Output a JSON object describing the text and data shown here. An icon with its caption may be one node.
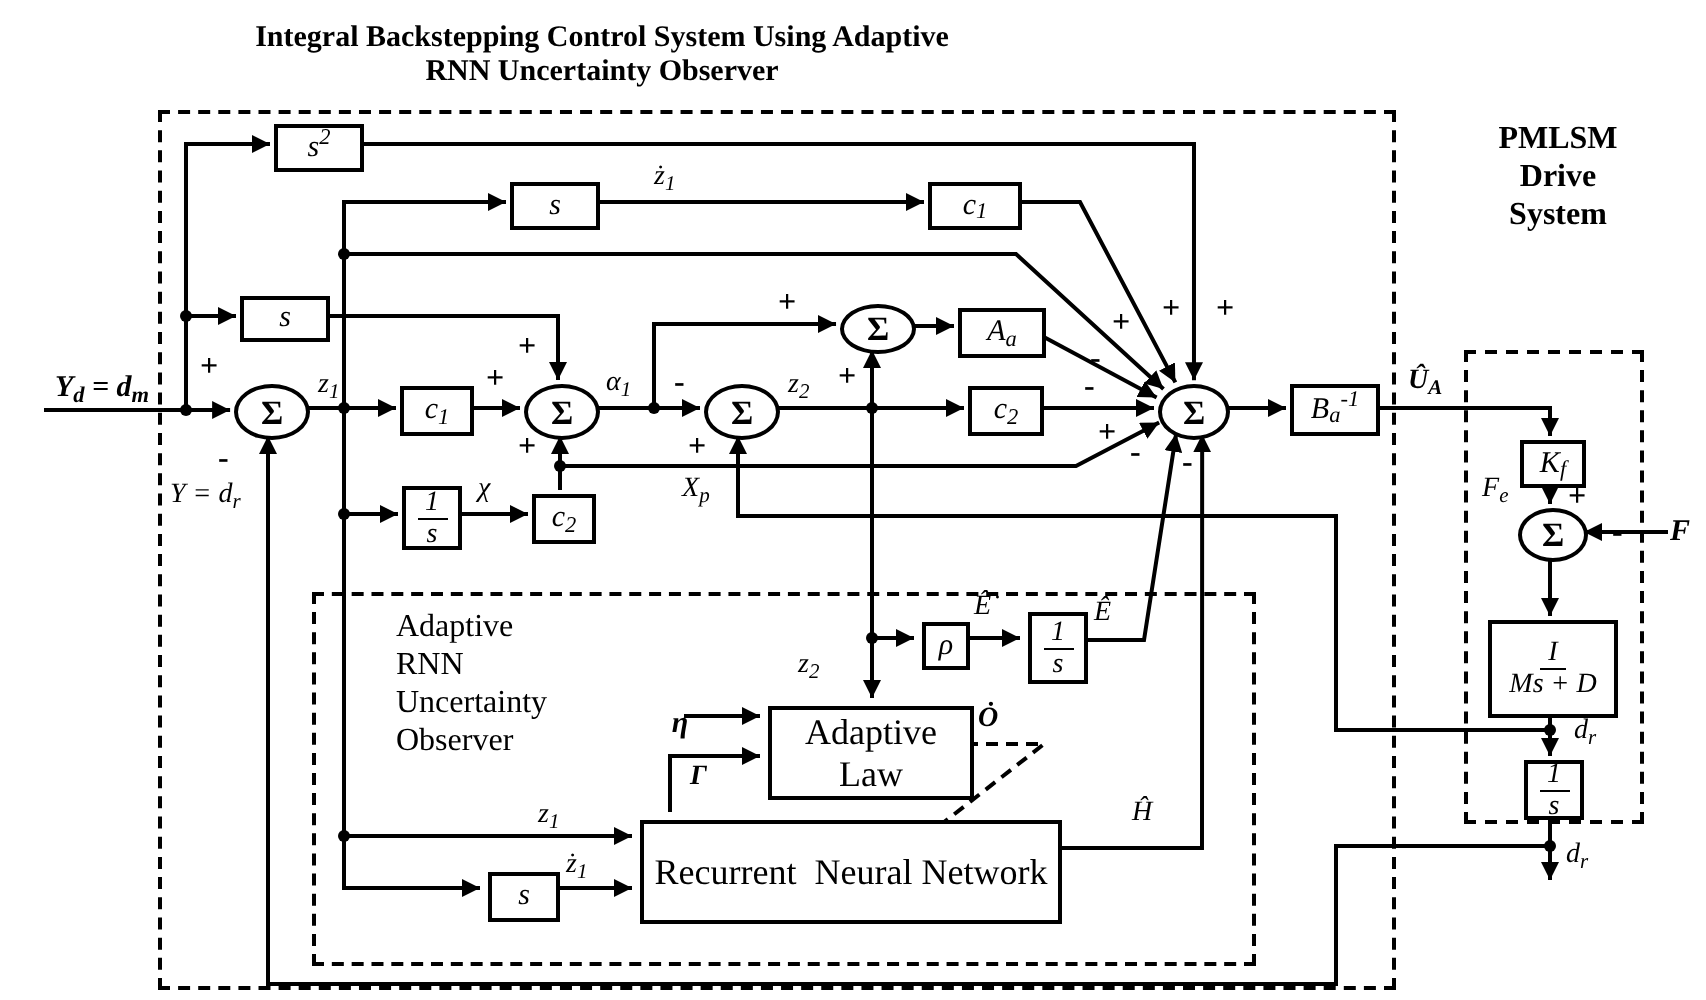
{
  "diagram": {
    "nodes": [
      {
        "text": [
          "Integral Backstepping Control System Using Adaptive RNN Uncertainty Observer"
        ]
      },
      {
        "text": [
          "s$^{2}$"
        ],
        "in": 0
      },
      {
        "text": [
          "s"
        ],
        "in": 0
      },
      {
        "text": [
          "c$_{1}$"
        ],
        "in": 0
      },
      {
        "text": [
          "s"
        ],
        "in": 0
      },
      {
        "text": [
          "Σ"
        ],
        "in": 0
      },
      {
        "text": [
          "c$_{1}$"
        ],
        "in": 0
      },
      {
        "text": [
          "Σ"
        ],
        "in": 0
      },
      {
        "text": [
          "Σ"
        ],
        "in": 0
      },
      {
        "text": [
          "A$_{a}$"
        ],
        "in": 0
      },
      {
        "text": [
          "Σ"
        ],
        "in": 0
      },
      {
        "text": [
          "c$_{2}$"
        ],
        "in": 0
      },
      {
        "text": [
          "Σ"
        ],
        "in": 0
      },
      {
        "text": [
          "B$_{a}$$^{-1}$"
        ],
        "in": 0
      },
      {
        "text": [
          "1",
          "s"
        ],
        "in": 0
      },
      {
        "text": [
          "c$_{2}$"
        ],
        "in": 0
      },
      {
        "text": [
          "Adaptive RNN Uncertainty Observer"
        ],
        "in": 0
      },
      {
        "text": [
          "ρ"
        ],
        "in": 16
      },
      {
        "text": [
          "1",
          "s"
        ],
        "in": 16
      },
      {
        "text": [
          "Adaptive Law"
        ],
        "in": 16
      },
      {
        "text": [
          "Recurrent  Neural Network"
        ],
        "in": 16
      },
      {
        "text": [
          "s"
        ],
        "in": 16
      },
      {
        "text": [
          "PMLSM Drive System"
        ]
      },
      {
        "text": [
          "K$_{f}$"
        ],
        "in": 22
      },
      {
        "text": [
          "Σ"
        ],
        "in": 22
      },
      {
        "text": [
          "I",
          "Ms + D"
        ],
        "in": 22
      },
      {
        "text": [
          "1",
          "s"
        ],
        "in": 22
      },
      {
        "text": [
          "Y$_{d}$ = d$_{m}$"
        ]
      },
      {
        "text": [
          "η"
        ],
        "in": 16
      },
      {
        "text": [
          "F"
        ]
      }
    ],
    "edges": [
      {
        "from": 27,
        "to": 5,
        "arrow": "to"
      },
      {
        "from": 27,
        "to": 1,
        "arrow": "to"
      },
      {
        "from": 27,
        "to": 4,
        "arrow": "to"
      },
      {
        "from": 5,
        "to": 6,
        "arrow": "to",
        "label": "z$_{1}$"
      },
      {
        "from": 5,
        "to": 14,
        "arrow": "to"
      },
      {
        "from": 5,
        "to": 2,
        "arrow": "to"
      },
      {
        "from": 5,
        "to": 12,
        "arrow": "to"
      },
      {
        "from": 5,
        "to": 20,
        "arrow": "to",
        "label": "z$_{1}$"
      },
      {
        "from": 5,
        "to": 21,
        "arrow": "to"
      },
      {
        "from": 1,
        "to": 12,
        "arrow": "to"
      },
      {
        "from": 2,
        "to": 3,
        "arrow": "to",
        "label": "ż$_{1}$"
      },
      {
        "from": 3,
        "to": 12,
        "arrow": "to"
      },
      {
        "from": 4,
        "to": 7,
        "arrow": "to"
      },
      {
        "from": 6,
        "to": 7,
        "arrow": "to"
      },
      {
        "from": 15,
        "to": 7,
        "arrow": "to"
      },
      {
        "from": 15,
        "to": 12,
        "arrow": "to"
      },
      {
        "from": 14,
        "to": 15,
        "arrow": "to",
        "label": "χ"
      },
      {
        "from": 7,
        "to": 10,
        "arrow": "to",
        "label": "α$_{1}$"
      },
      {
        "from": 7,
        "to": 8,
        "arrow": "to"
      },
      {
        "from": 8,
        "to": 9,
        "arrow": "to"
      },
      {
        "from": 9,
        "to": 12,
        "arrow": "to"
      },
      {
        "from": 10,
        "to": 11,
        "arrow": "to",
        "label": "z$_{2}$"
      },
      {
        "from": 10,
        "to": 8,
        "arrow": "to"
      },
      {
        "from": 10,
        "to": 17,
        "arrow": "to"
      },
      {
        "from": 10,
        "to": 19,
        "arrow": "to",
        "label": "z$_{2}$"
      },
      {
        "from": 11,
        "to": 12,
        "arrow": "to"
      },
      {
        "from": 12,
        "to": 13,
        "arrow": "to"
      },
      {
        "from": 25,
        "to": 10,
        "arrow": "to",
        "label": "X$_{p}$"
      },
      {
        "from": 13,
        "to": 23,
        "arrow": "to",
        "label": "Û$_{A}$"
      },
      {
        "from": 23,
        "to": 24,
        "arrow": "to",
        "label": "F$_{e}$"
      },
      {
        "from": 29,
        "to": 24,
        "arrow": "to"
      },
      {
        "from": 24,
        "to": 25,
        "arrow": "to"
      },
      {
        "from": 25,
        "to": 26,
        "arrow": "to",
        "label": "d$_{r}$"
      },
      {
        "from": 26,
        "to": null,
        "arrow": "to",
        "label": "d$_{r}$"
      },
      {
        "from": 26,
        "to": 5,
        "arrow": "to",
        "label": "Y = d$_{r}$"
      },
      {
        "from": 17,
        "to": 18,
        "arrow": "to",
        "label": "Ê̇"
      },
      {
        "from": 18,
        "to": 12,
        "arrow": "to",
        "label": "Ê"
      },
      {
        "from": 20,
        "to": 12,
        "arrow": "to",
        "label": "Ĥ"
      },
      {
        "from": 28,
        "to": 19,
        "arrow": "to"
      },
      {
        "from": 20,
        "to": 19,
        "arrow": "to",
        "label": "Γ"
      },
      {
        "from": 19,
        "to": 20,
        "arrow": "to",
        "style": "dashed",
        "label": "Ȯ"
      },
      {
        "from": 21,
        "to": 20,
        "arrow": "to",
        "label": "ż$_{1}$"
      }
    ],
    "labels": [
      "+",
      "+",
      "+",
      "+",
      "+",
      "-",
      "+",
      "+",
      "+",
      "-",
      "-",
      "+",
      "+",
      "+",
      "-",
      "-",
      "-",
      "+",
      "-"
    ]
  }
}
